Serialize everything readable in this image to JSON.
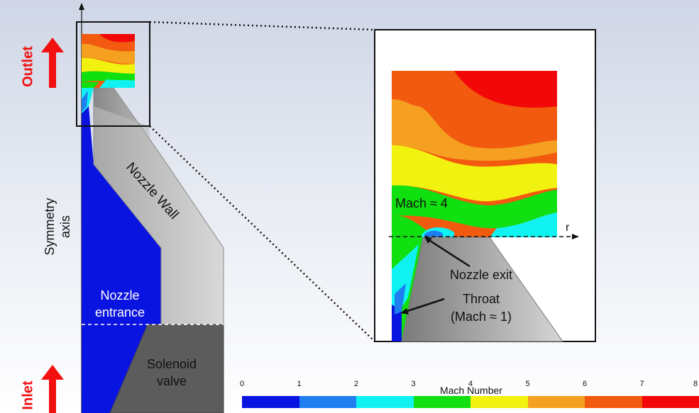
{
  "labels": {
    "outlet": "Outlet",
    "inlet": "Inlet",
    "symmetry_axis_line1": "Symmetry",
    "symmetry_axis_line2": "axis",
    "nozzle_wall": "Nozzle Wall",
    "nozzle_entrance_line1": "Nozzle",
    "nozzle_entrance_line2": "entrance",
    "solenoid_valve_line1": "Solenoid",
    "solenoid_valve_line2": "valve",
    "mach_4": "Mach ≈ 4",
    "r_axis": "r",
    "nozzle_exit": "Nozzle exit",
    "throat_line1": "Throat",
    "throat_line2": "(Mach ≈ 1)"
  },
  "colorbar": {
    "title": "Mach Number",
    "ticks": [
      "0",
      "1",
      "2",
      "3",
      "4",
      "5",
      "6",
      "7",
      "8"
    ],
    "colors": [
      "#0a14e0",
      "#1f7ef0",
      "#10f2f2",
      "#10e010",
      "#f2f210",
      "#f5a020",
      "#f25a10",
      "#f20808"
    ]
  },
  "colors": {
    "arrow_red": "#f21010",
    "wall_light": "#c4c4c4",
    "wall_dark": "#5c5c5c",
    "fluid_blue": "#0a14e0"
  }
}
